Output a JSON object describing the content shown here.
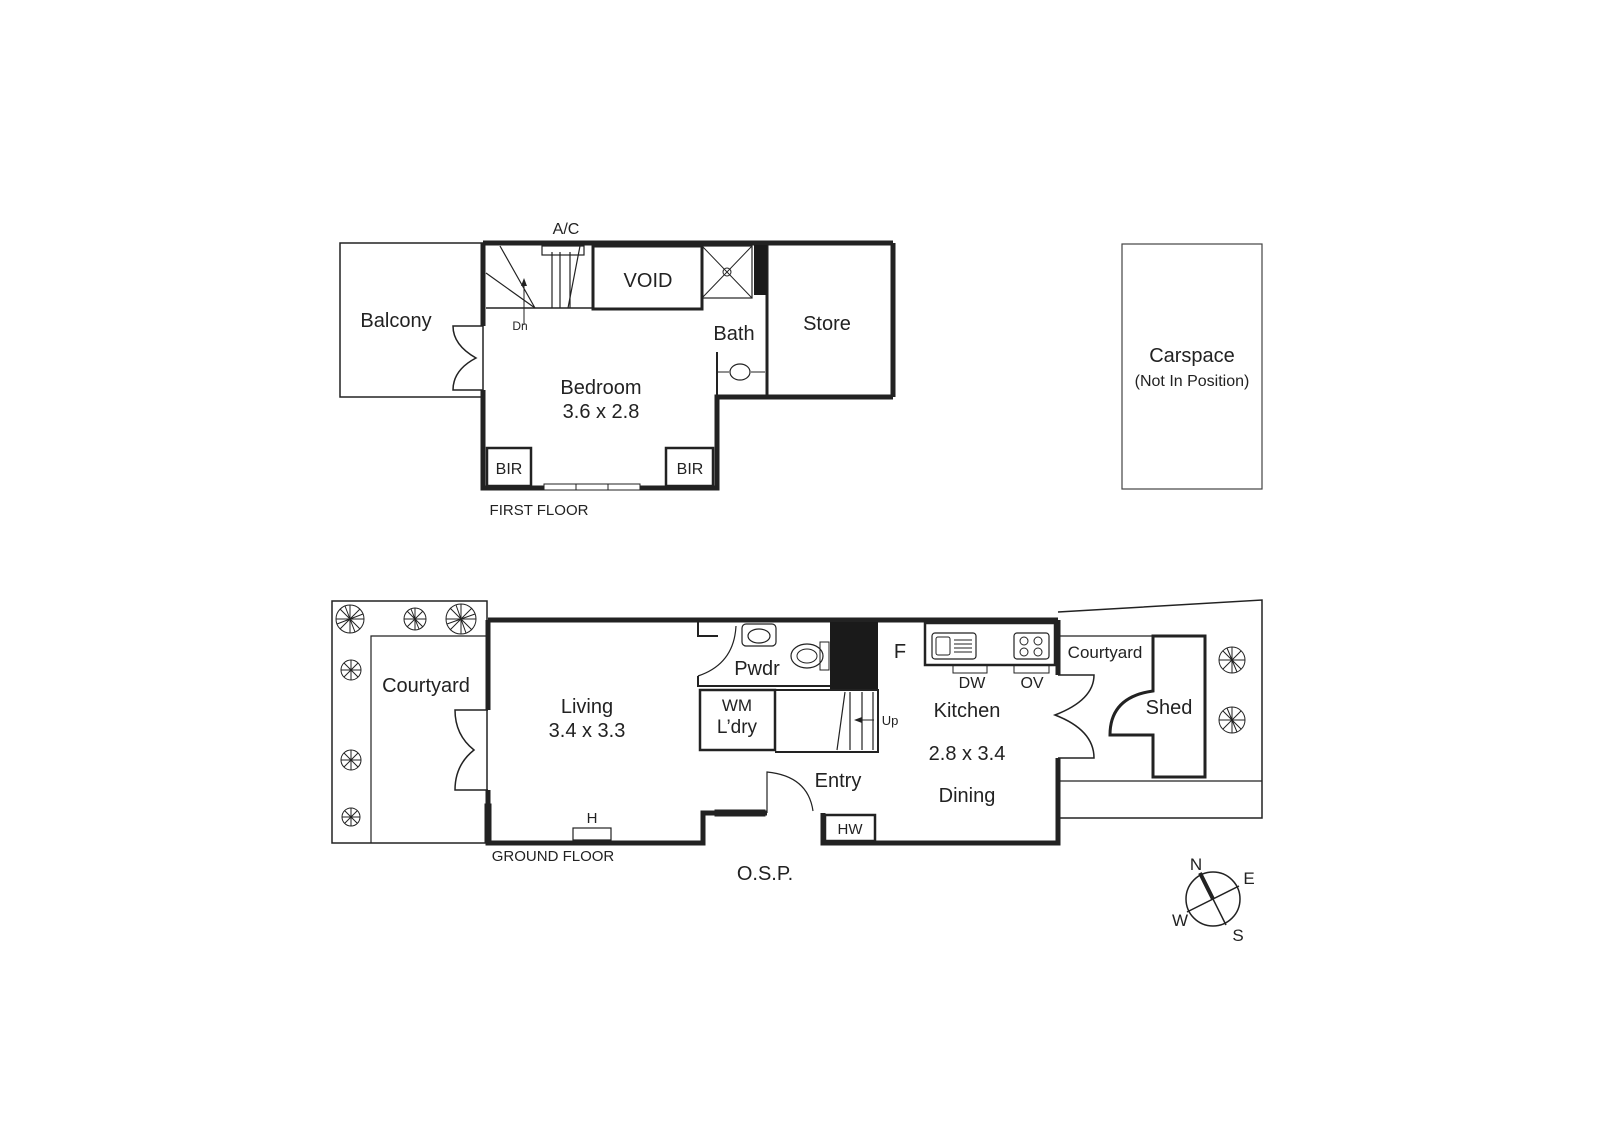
{
  "first_floor": {
    "caption": "FIRST FLOOR",
    "balcony": "Balcony",
    "ac": "A/C",
    "dn": "Dn",
    "void": "VOID",
    "bath": "Bath",
    "store": "Store",
    "bedroom": "Bedroom",
    "bedroom_size": "3.6 x 2.8",
    "bir_left": "BIR",
    "bir_right": "BIR"
  },
  "carspace": {
    "title": "Carspace",
    "note": "(Not In Position)"
  },
  "ground_floor": {
    "caption": "GROUND FLOOR",
    "courtyard_west": "Courtyard",
    "living": "Living",
    "living_size": "3.4 x 3.3",
    "heater": "H",
    "pwdr": "Pwdr",
    "wm": "WM",
    "ldry": "L’dry",
    "up": "Up",
    "entry": "Entry",
    "hw": "HW",
    "fridge": "F",
    "dw": "DW",
    "ov": "OV",
    "kitchen": "Kitchen",
    "kitchen_size": "2.8 x 3.4",
    "dining": "Dining",
    "courtyard_east": "Courtyard",
    "shed": "Shed",
    "osp": "O.S.P."
  },
  "compass": {
    "n": "N",
    "e": "E",
    "s": "S",
    "w": "W"
  },
  "colors": {
    "wall": "#1a1a1a",
    "line": "#333333",
    "background": "#ffffff"
  }
}
